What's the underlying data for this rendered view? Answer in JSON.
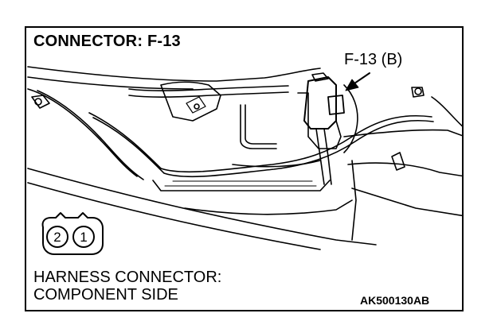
{
  "diagram": {
    "title": "CONNECTOR: F-13",
    "callout": "F-13 (B)",
    "harness_line1": "HARNESS CONNECTOR:",
    "harness_line2": "COMPONENT SIDE",
    "figure_code": "AK500130AB",
    "connector_pins": [
      "2",
      "1"
    ]
  },
  "colors": {
    "line": "#000000",
    "background": "#ffffff"
  }
}
